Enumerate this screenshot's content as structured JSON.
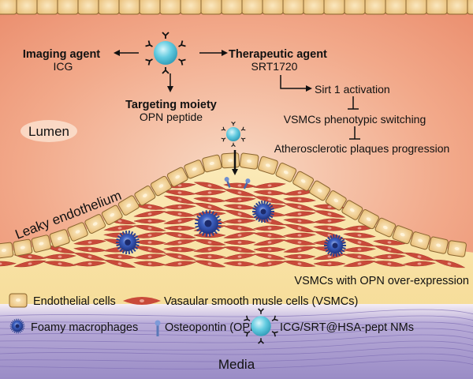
{
  "nanoparticle_labels": {
    "imaging_title": "Imaging agent",
    "imaging_value": "ICG",
    "therapeutic_title": "Therapeutic agent",
    "therapeutic_value": "SRT1720",
    "targeting_title": "Targeting moiety",
    "targeting_value": "OPN peptide"
  },
  "pathway": {
    "step1": "Sirt 1 activation",
    "step2": "VSMCs phenotypic switching",
    "step3": "Atherosclerotic plaques progression"
  },
  "regions": {
    "lumen": "Lumen",
    "leaky_endothelium": "Leaky endothelium",
    "vsmc_opn": "VSMCs with OPN over-expression",
    "media": "Media"
  },
  "legend": {
    "endothelial": "Endothelial cells",
    "vsmc": "Vasaular smooth musle cells (VSMCs)",
    "macrophage": "Foamy macrophages",
    "opn": "Osteopontin (OPN)",
    "nanoparticle": "ICG/SRT@HSA-pept NMs"
  },
  "colors": {
    "lumen": "#ef9a7a",
    "intima": "#f8e4a8",
    "media": "#a294cc",
    "cell_fill": "#f3d49a",
    "vsmc": "#c94a3a",
    "macrophage": "#2f4fa8",
    "nanoparticle": "#5cc8dc"
  }
}
